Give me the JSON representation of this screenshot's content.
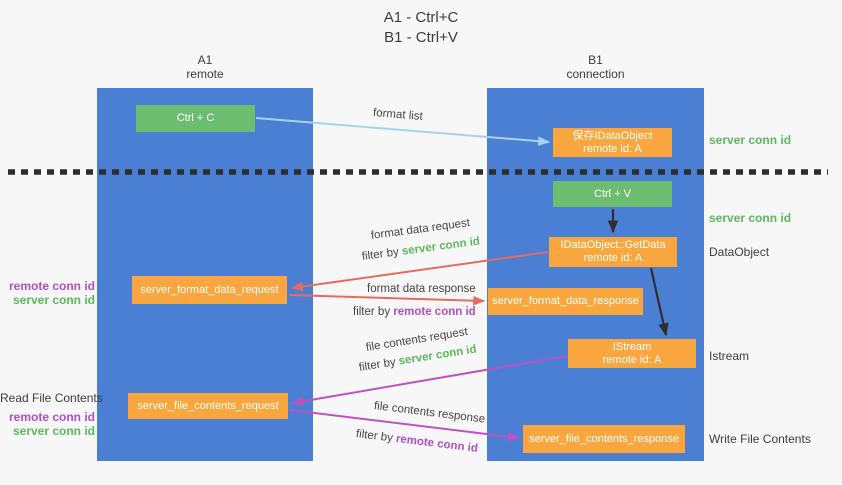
{
  "palette": {
    "background": "#f7f7f7",
    "lane_blue": "#4a7fd3",
    "green_box": "#6cbd70",
    "orange_box": "#f8a63d",
    "arrow_light_blue": "#a6d2f2",
    "arrow_red": "#e76a5f",
    "arrow_magenta": "#bd53c3",
    "arrow_black": "#2e2e2e",
    "green_text": "#5cb85c",
    "purple_text": "#b34fc6",
    "dark_text": "#3c3c3c"
  },
  "title": {
    "line1": "A1 - Ctrl+C",
    "line2": "B1 - Ctrl+V"
  },
  "lanes": {
    "a": {
      "id": "A1",
      "role": "remote"
    },
    "b": {
      "id": "B1",
      "role": "connection"
    }
  },
  "nodes": {
    "ctrl_c": {
      "label": "Ctrl + C"
    },
    "ctrl_v": {
      "label": "Ctrl + V"
    },
    "save_dataobject": {
      "line1": "保存IDataObject",
      "line2": "remote id: A"
    },
    "getdata": {
      "line1": "IDataObject::GetData",
      "line2": "remote id: A"
    },
    "istream": {
      "line1": "IStream",
      "line2": "remote id: A"
    },
    "format_request": {
      "label": "server_format_data_request"
    },
    "format_response": {
      "label": "server_format_data_response"
    },
    "file_request": {
      "label": "server_file_contents_request"
    },
    "file_response": {
      "label": "server_file_contents_response"
    }
  },
  "flow_labels": {
    "format_list": "format list",
    "format_data_request": "format data request",
    "format_data_response": "format data response",
    "file_contents_request": "file contents request",
    "file_contents_response": "file contents response",
    "filter_by": "filter by ",
    "server_conn_id": "server conn id",
    "remote_conn_id": "remote conn id"
  },
  "side_labels": {
    "right": [
      {
        "text": "server conn id"
      },
      {
        "text": "server conn id"
      },
      {
        "text": "DataObject"
      },
      {
        "text": "Istream"
      },
      {
        "text": "Write File Contents"
      }
    ],
    "left": [
      {
        "text": "remote conn id"
      },
      {
        "text": "server conn id"
      },
      {
        "text": "Read File Contents"
      },
      {
        "text": "remote conn id"
      },
      {
        "text": "server conn id"
      }
    ]
  }
}
